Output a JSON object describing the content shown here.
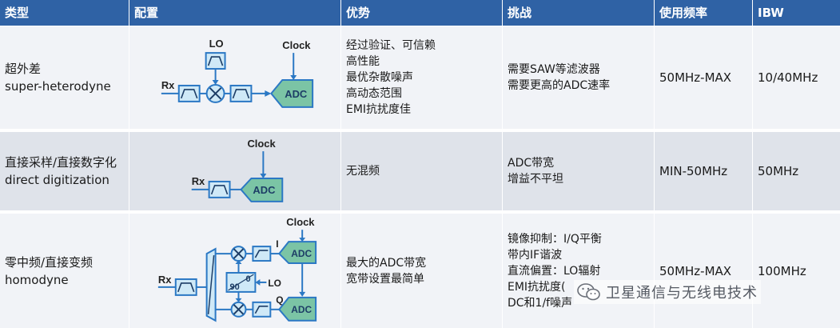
{
  "colors": {
    "header_bg": "#2f62a5",
    "row_light": "#f1f3f7",
    "row_dark": "#dfe3ea",
    "block_blue": "#2b78c4",
    "block_fill": "#cfe9f7",
    "adc_fill": "#7bc4a5"
  },
  "headers": [
    "类型",
    "配置",
    "优势",
    "挑战",
    "使用频率",
    "IBW"
  ],
  "rows": [
    {
      "type_cn": "超外差",
      "type_en": "super-heterodyne",
      "adv": [
        "经过验证、可信赖",
        "高性能",
        "最优杂散噪声",
        "高动态范围",
        "EMI抗扰度佳"
      ],
      "chal": [
        "需要SAW等滤波器",
        "需要更高的ADC速率"
      ],
      "freq": "50MHz-MAX",
      "ibw": "10/40MHz",
      "diagram": {
        "lo": "LO",
        "clock": "Clock",
        "rx": "Rx",
        "adc": "ADC"
      }
    },
    {
      "type_cn": "直接采样/直接数字化",
      "type_en": "direct digitization",
      "adv": [
        "无混频"
      ],
      "chal": [
        "ADC带宽",
        "增益不平坦"
      ],
      "freq": "MIN-50MHz",
      "ibw": "50MHz",
      "diagram": {
        "clock": "Clock",
        "rx": "Rx",
        "adc": "ADC"
      }
    },
    {
      "type_cn": "零中频/直接变频",
      "type_en": "homodyne",
      "adv": [
        "最大的ADC带宽",
        "宽带设置最简单"
      ],
      "chal": [
        "镜像抑制：I/Q平衡",
        "带内IF谐波",
        "直流偏置：LO辐射",
        "EMI抗扰度(",
        "DC和1/f噪声"
      ],
      "freq": "50MHz-MAX",
      "ibw": "100MHz",
      "diagram": {
        "clock": "Clock",
        "rx": "Rx",
        "adc_i": "ADC",
        "adc_q": "ADC",
        "i": "I",
        "q": "Q",
        "lo": "LO",
        "ph90": "90",
        "ph0": "0"
      }
    }
  ],
  "watermark": {
    "text": "卫星通信与无线电技术",
    "icon": "wechat-icon"
  }
}
